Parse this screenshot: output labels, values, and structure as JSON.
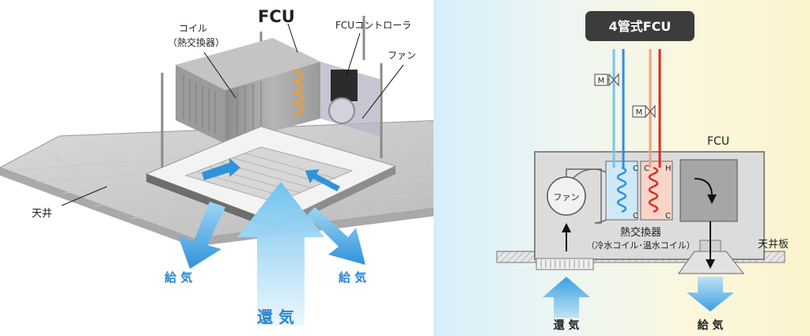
{
  "left": {
    "unit_title": "FCU",
    "coil_label_1": "コイル",
    "coil_label_2": "（熱交換器）",
    "controller_label": "FCUコントローラ",
    "fan_label": "ファン",
    "ceiling_label": "天井",
    "supply_left": "給 気",
    "supply_right": "給 気",
    "return_air": "還 気"
  },
  "right": {
    "badge": "4管式FCU",
    "unit_label": "FCU",
    "fan_label": "ファン",
    "valve_1": "M",
    "valve_2": "M",
    "coil_port_c1": "C",
    "coil_port_c2": "C",
    "coil_port_c3": "C",
    "coil_port_h": "H",
    "coil_port_c4": "C",
    "hex_label": "熱交換器",
    "hex_sub_label": "（冷水コイル･温水コイル）",
    "ceiling_board_label": "天井板",
    "return_air": "還 気",
    "supply_air": "給 気"
  },
  "colors": {
    "cold_water": "#2e8fe0",
    "hot_water": "#e0281e",
    "arrow_blue": "#3a9fe0",
    "badge_bg": "#3c3c3c"
  }
}
